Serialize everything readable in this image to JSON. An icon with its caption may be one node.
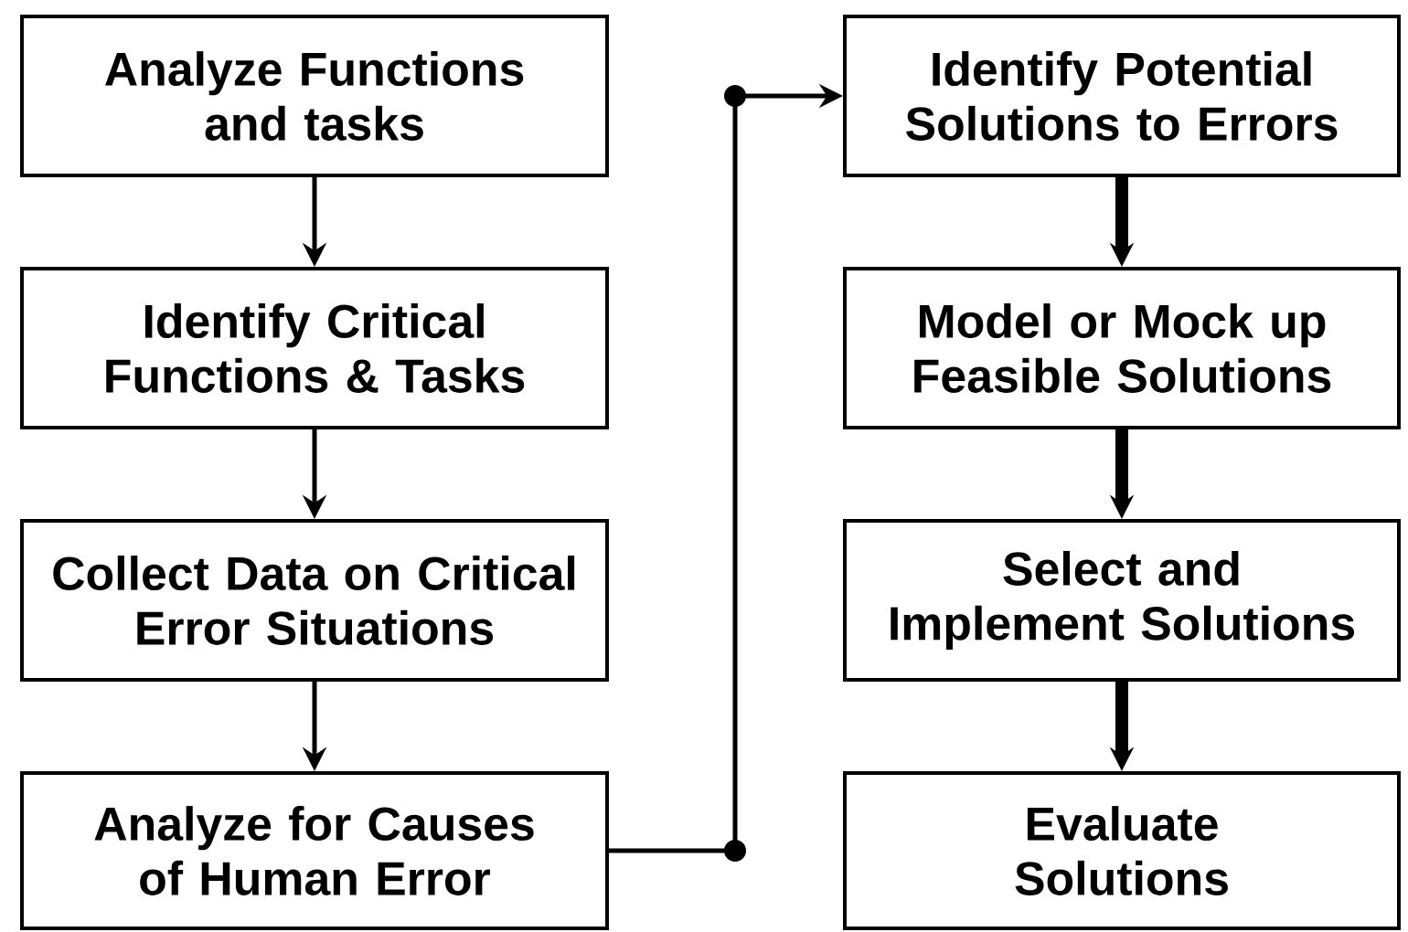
{
  "diagram": {
    "nodes": [
      {
        "text": [
          "Analyze Functions and tasks"
        ]
      },
      {
        "text": [
          "Identify Critical Functions & Tasks"
        ]
      },
      {
        "text": [
          "Collect Data on Critical Error Situations"
        ]
      },
      {
        "text": [
          "Analyze for Causes of Human Error"
        ]
      },
      {
        "text": [
          "Identify Potential Solutions to Errors"
        ]
      },
      {
        "text": [
          "Model or Mock up Feasible Solutions"
        ]
      },
      {
        "text": [
          "Select and Implement Solutions"
        ]
      },
      {
        "text": [
          "Evaluate Solutions"
        ]
      }
    ],
    "edges": [
      {
        "from": 0,
        "to": 1,
        "arrow": "to"
      },
      {
        "from": 1,
        "to": 2,
        "arrow": "to"
      },
      {
        "from": 2,
        "to": 3,
        "arrow": "to"
      },
      {
        "from": 3,
        "to": 4,
        "arrow": "to"
      },
      {
        "from": 4,
        "to": 5,
        "arrow": "to",
        "style": "thick"
      },
      {
        "from": 5,
        "to": 6,
        "arrow": "to",
        "style": "thick"
      },
      {
        "from": 6,
        "to": 7,
        "arrow": "to",
        "style": "thick"
      }
    ]
  }
}
